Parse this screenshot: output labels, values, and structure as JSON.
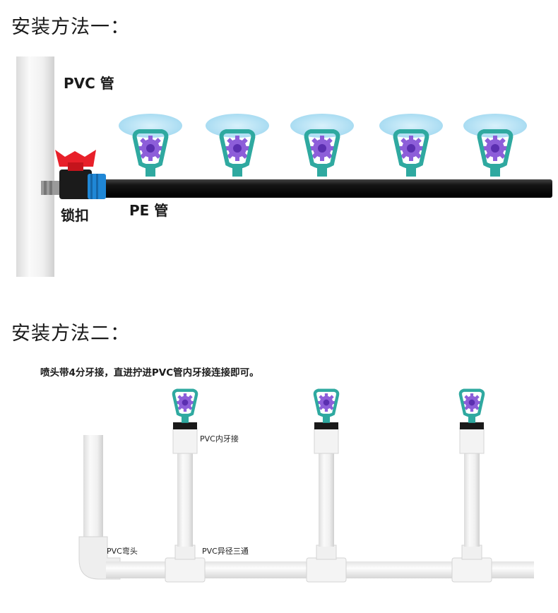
{
  "method1": {
    "title": "安装方法一：",
    "pvc_label": "PVC 管",
    "lock_label": "锁扣",
    "pe_label": "PE 管"
  },
  "method2": {
    "title": "安装方法二：",
    "note": "喷头带4分牙接，直进拧进PVC管内牙接连接即可。",
    "female_thread_label": "PVC内牙接",
    "elbow_label": "PVC弯头",
    "tee_label": "PVC异径三通"
  },
  "colors": {
    "spray_mist": "#bfe6f7",
    "nozzle_teal": "#2fa9a0",
    "rotor_purple": "#8d5ed9",
    "pe_pipe": "#111111",
    "valve_red": "#e8202a",
    "valve_blue": "#1f87d6",
    "pvc_white": "#f2f2f2"
  },
  "icons": [
    "sprinkler-icon",
    "lock-valve-icon",
    "pipe-fitting-icon"
  ]
}
